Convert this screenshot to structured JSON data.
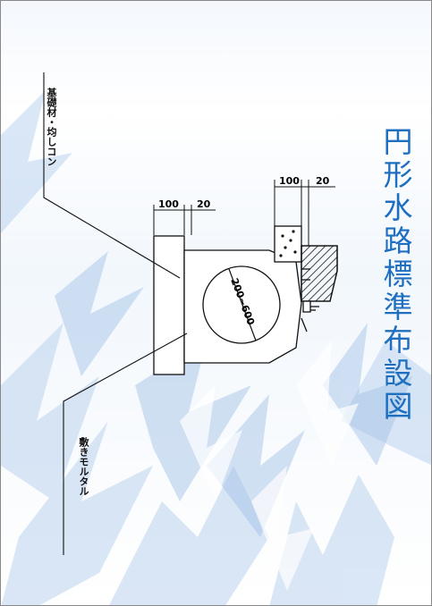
{
  "title": "円形水路標準布設図",
  "labels": {
    "foundation": "基礎材・均しコン",
    "mortar": "敷きモルタル"
  },
  "drawing": {
    "dim_base_width": "100",
    "dim_base_offset": "20",
    "dim_block_width": "100",
    "dim_block_offset": "20",
    "pipe_diameter": "200~600"
  },
  "colors": {
    "title": "#1e6fc0",
    "background_pattern": "#bcd3ee",
    "line": "#111111"
  }
}
